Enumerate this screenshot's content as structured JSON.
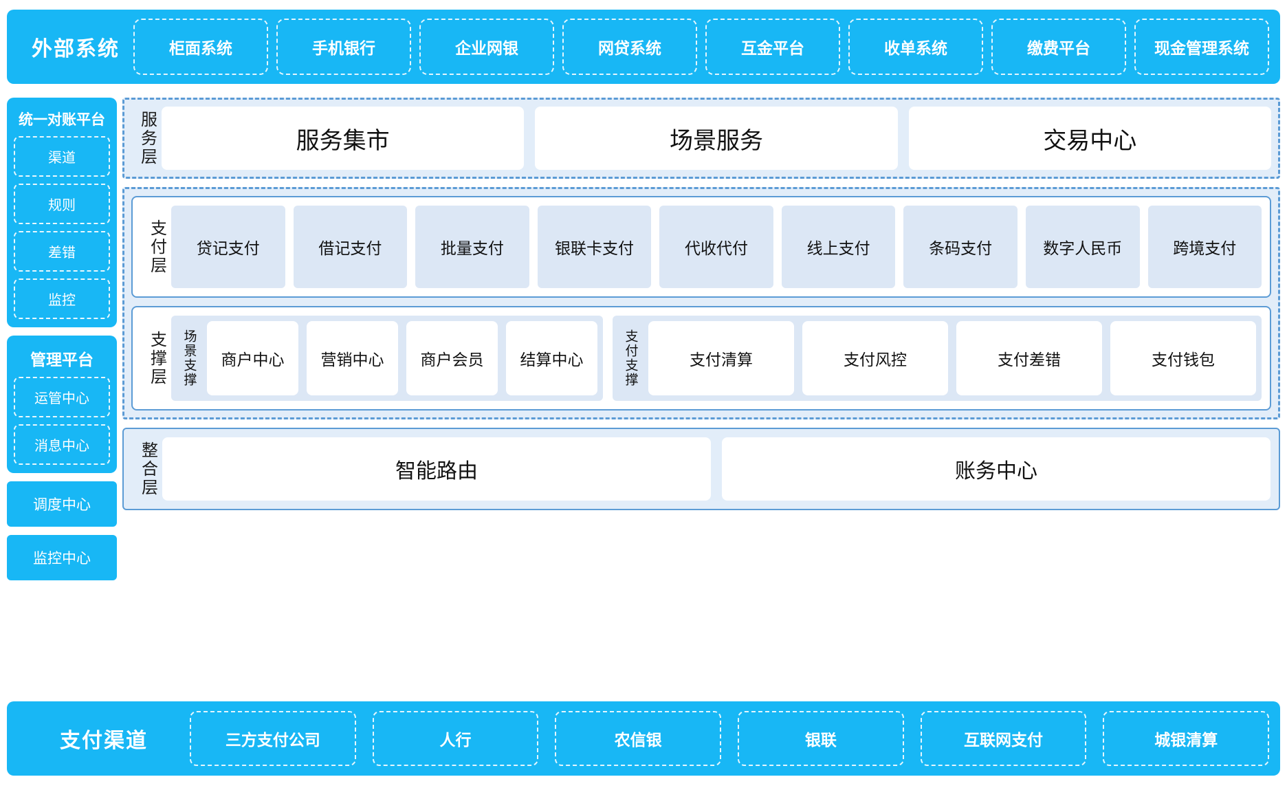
{
  "external": {
    "title": "外部系统",
    "items": [
      "柜面系统",
      "手机银行",
      "企业网银",
      "网贷系统",
      "互金平台",
      "收单系统",
      "缴费平台",
      "现金管理系统"
    ]
  },
  "sidebar": {
    "recon": {
      "title": "统一对账平台",
      "items": [
        "渠道",
        "规则",
        "差错",
        "监控"
      ]
    },
    "manage": {
      "title": "管理平台",
      "items": [
        "运管中心",
        "消息中心"
      ]
    },
    "solo": [
      "调度中心",
      "监控中心"
    ]
  },
  "service_layer": {
    "label": "服务层",
    "cards": [
      "服务集市",
      "场景服务",
      "交易中心"
    ]
  },
  "payment_layer": {
    "label": "支付层",
    "items": [
      "贷记支付",
      "借记支付",
      "批量支付",
      "银联卡支付",
      "代收代付",
      "线上支付",
      "条码支付",
      "数字人民币",
      "跨境支付"
    ]
  },
  "support_layer": {
    "label": "支撑层",
    "groups": [
      {
        "label": "场景支撑",
        "items": [
          "商户中心",
          "营销中心",
          "商户会员",
          "结算中心"
        ]
      },
      {
        "label": "支付支撑",
        "items": [
          "支付清算",
          "支付风控",
          "支付差错",
          "支付钱包"
        ]
      }
    ]
  },
  "integration_layer": {
    "label": "整合层",
    "cards": [
      "智能路由",
      "账务中心"
    ]
  },
  "channel": {
    "title": "支付渠道",
    "items": [
      "三方支付公司",
      "人行",
      "农信银",
      "银联",
      "互联网支付",
      "城银清算"
    ]
  },
  "colors": {
    "brand_blue": "#18b7f5",
    "panel_blue": "#e2edf9",
    "item_blue": "#dce7f5",
    "border_blue": "#5b9bd5"
  }
}
